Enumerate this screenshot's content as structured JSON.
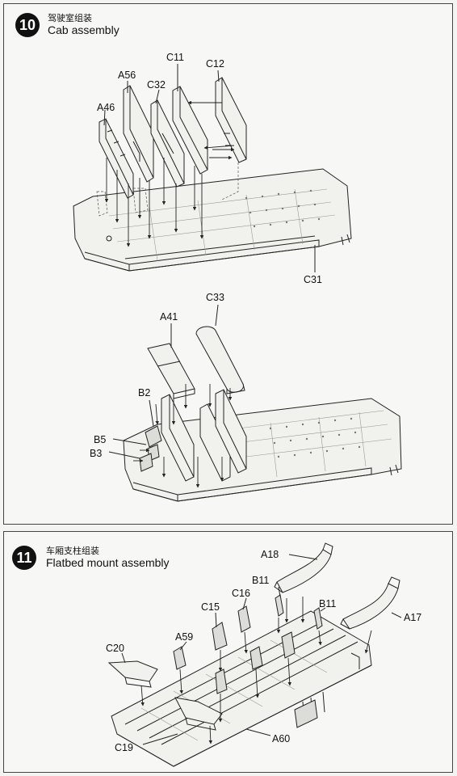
{
  "step10": {
    "number": "10",
    "title_cn": "驾驶室组装",
    "title_en": "Cab assembly",
    "parts_upper": [
      "A46",
      "A56",
      "C32",
      "C11",
      "C12",
      "C31"
    ],
    "parts_lower": [
      "A41",
      "C33",
      "B2",
      "B5",
      "B3"
    ]
  },
  "step11": {
    "number": "11",
    "title_cn": "车厢支柱组装",
    "title_en": "Flatbed mount assembly",
    "parts": [
      "A18",
      "B11",
      "C16",
      "C15",
      "B11",
      "A17",
      "A59",
      "C20",
      "C19",
      "A60"
    ]
  }
}
